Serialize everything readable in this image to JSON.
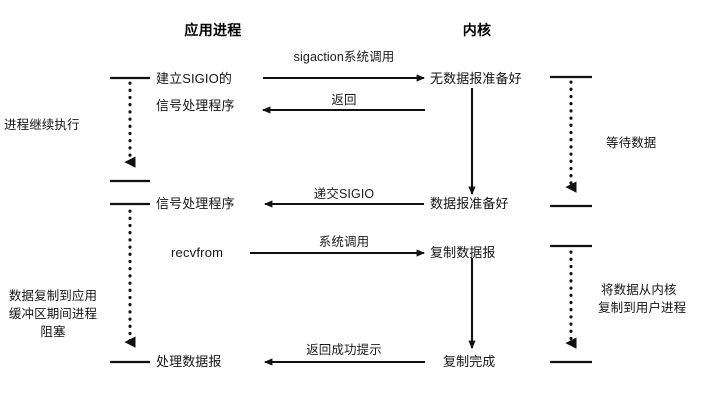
{
  "diagram": {
    "title": "signal-driven-io-model",
    "colors": {
      "line": "#111111",
      "text": "#141414",
      "background": "#ffffff"
    },
    "columns": [
      {
        "id": "app",
        "label": "应用进程"
      },
      {
        "id": "kernel",
        "label": "内核"
      }
    ],
    "side_notes": [
      {
        "id": "left-upper",
        "lines": [
          "进程继续执行"
        ]
      },
      {
        "id": "left-lower",
        "lines": [
          "数据复制到应用",
          "缓冲区期间进程",
          "阻塞"
        ]
      },
      {
        "id": "right-upper",
        "lines": [
          "等待数据"
        ]
      },
      {
        "id": "right-lower",
        "lines": [
          "将数据从内核",
          "复制到用户进程"
        ]
      }
    ],
    "app_nodes": [
      {
        "id": "establish-sigio",
        "lines": [
          "建立SIGIO的",
          "信号处理程序"
        ]
      },
      {
        "id": "signal-handler",
        "lines": [
          "信号处理程序"
        ]
      },
      {
        "id": "recvfrom",
        "lines": [
          "recvfrom"
        ]
      },
      {
        "id": "process-datagram",
        "lines": [
          "处理数据报"
        ]
      }
    ],
    "kernel_nodes": [
      {
        "id": "no-datagram-ready",
        "lines": [
          "无数据报准备好"
        ]
      },
      {
        "id": "datagram-ready",
        "lines": [
          "数据报准备好"
        ]
      },
      {
        "id": "copy-datagram",
        "lines": [
          "复制数据报"
        ]
      },
      {
        "id": "copy-complete",
        "lines": [
          "复制完成"
        ]
      }
    ],
    "edges": [
      {
        "id": "sigaction-call",
        "label": "sigaction系统调用",
        "direction": "right",
        "style": "solid"
      },
      {
        "id": "return",
        "label": "返回",
        "direction": "left",
        "style": "solid"
      },
      {
        "id": "deliver-sigio",
        "label": "递交SIGIO",
        "direction": "left",
        "style": "solid"
      },
      {
        "id": "system-call",
        "label": "系统调用",
        "direction": "right",
        "style": "solid"
      },
      {
        "id": "return-success",
        "label": "返回成功提示",
        "direction": "left",
        "style": "solid"
      }
    ]
  }
}
